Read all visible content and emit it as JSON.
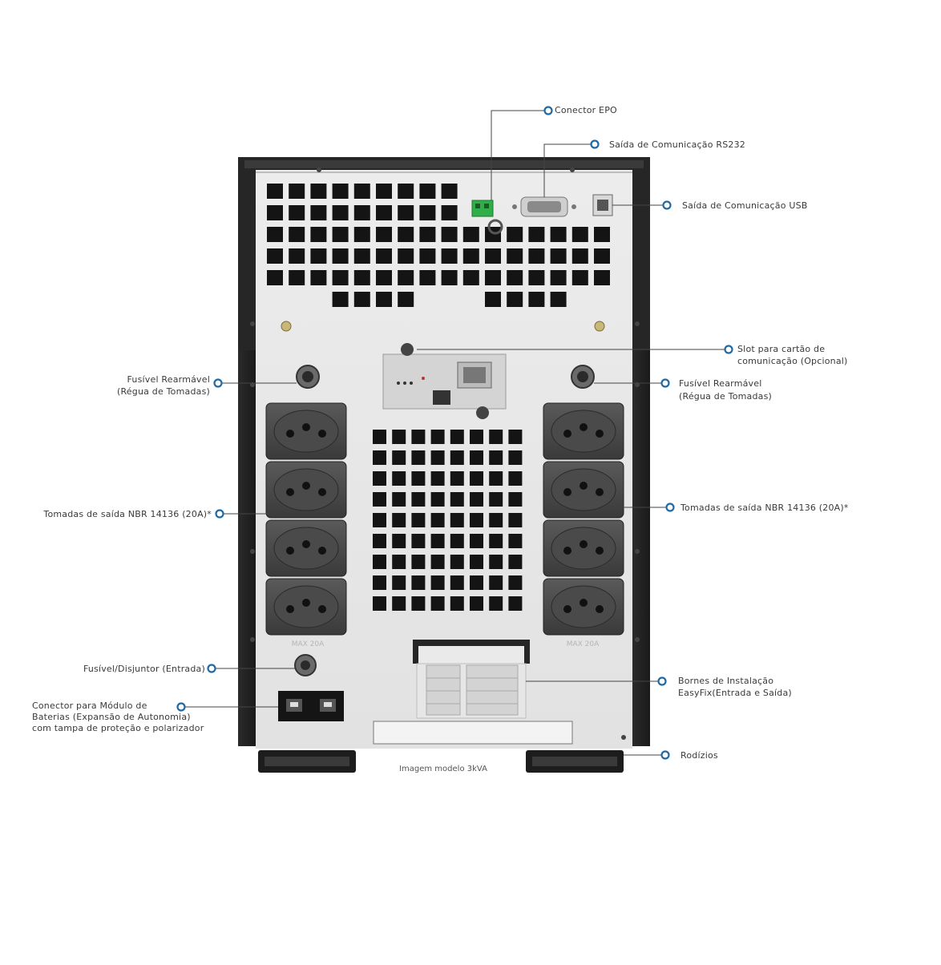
{
  "accent_color": "#1f6aa5",
  "callouts": {
    "epo": "Conector EPO",
    "rs232": "Saída de Comunicação RS232",
    "usb": "Saída de Comunicação USB",
    "slot_line1": "Slot para cartão de",
    "slot_line2": "comunicação (Opcional)",
    "fuse_left_line1": "Fusível Rearmável",
    "fuse_left_line2": "(Régua de Tomadas)",
    "fuse_right_line1": "Fusível Rearmável",
    "fuse_right_line2": "(Régua de Tomadas)",
    "outlets_left": "Tomadas de saída NBR 14136 (20A)*",
    "outlets_right": "Tomadas de saída NBR 14136 (20A)*",
    "fuse_input": "Fusível/Disjuntor (Entrada)",
    "battery_line1": "Conector para Módulo de",
    "battery_line2": "Baterias (Expansão de Autonomia)",
    "battery_line3": "com tampa de proteção e polarizador",
    "terminals_line1": "Bornes de Instalação",
    "terminals_line2": "EasyFix(Entrada e Saída)",
    "casters": "Rodízios"
  },
  "device": {
    "max_label_left": "MAX 20A",
    "max_label_right": "MAX 20A",
    "caption": "Imagem modelo 3kVA"
  }
}
